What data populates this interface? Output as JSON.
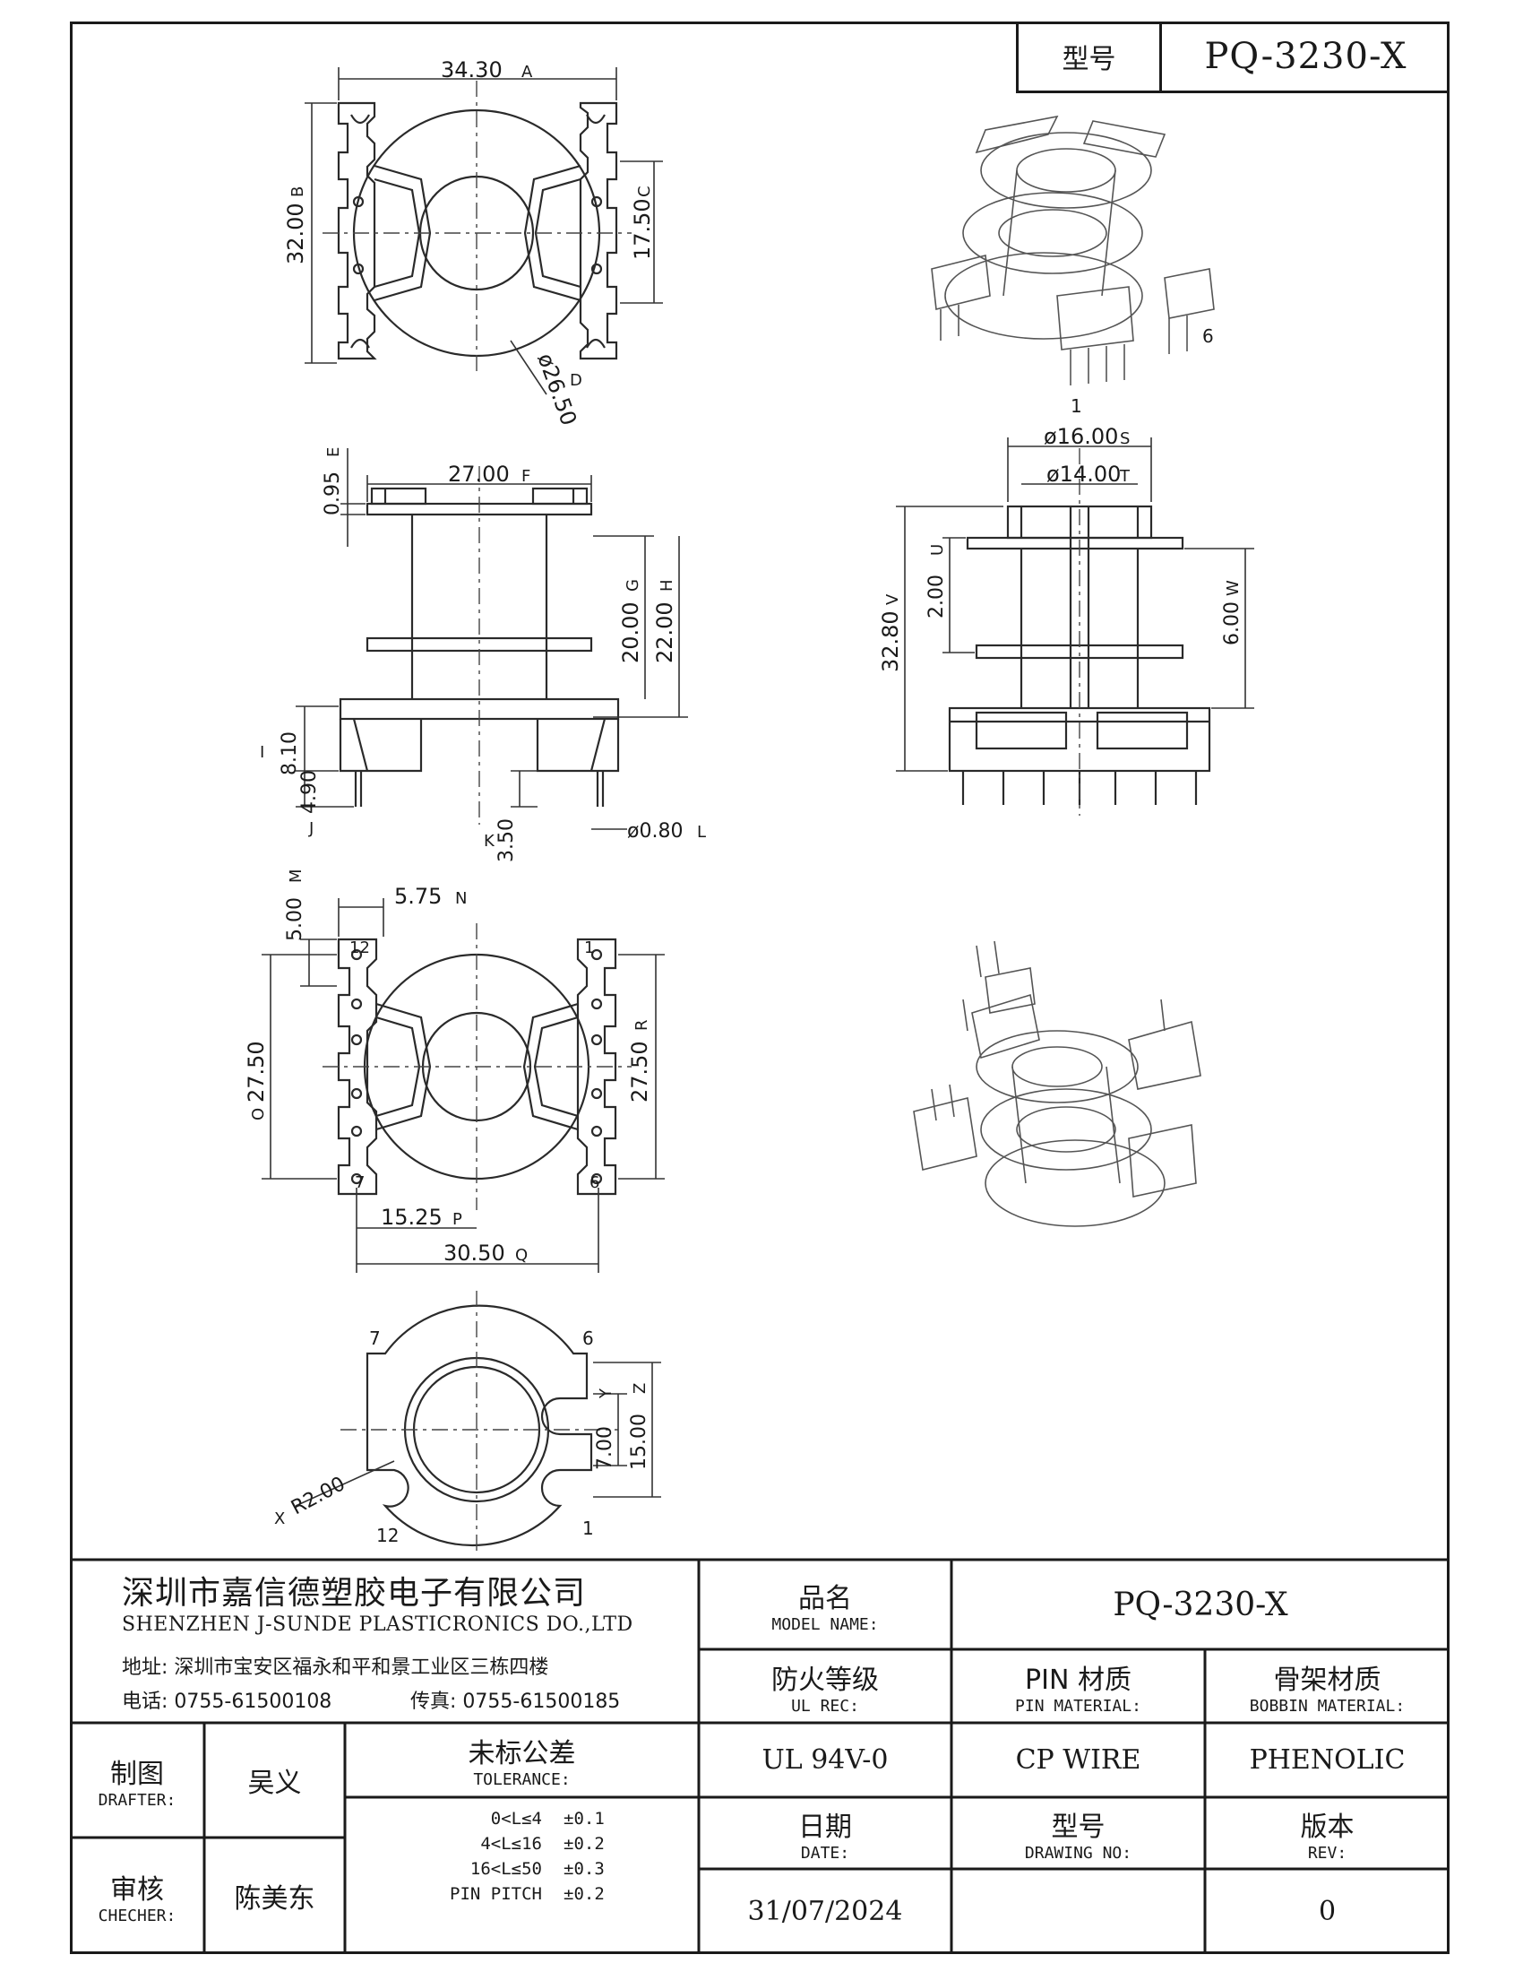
{
  "header": {
    "model_label": "型号",
    "model_value": "PQ-3230-X"
  },
  "dimensions": {
    "A": "34.30",
    "B": "32.00",
    "C": "17.50",
    "D": "ø26.50",
    "E": "0.95",
    "F": "27.00",
    "G": "20.00",
    "H": "22.00",
    "I": "8.10",
    "J": "4.90",
    "K": "3.50",
    "L": "ø0.80",
    "M": "5.00",
    "N": "5.75",
    "O": "27.50",
    "P": "15.25",
    "Q": "30.50",
    "R": "27.50",
    "S": "ø16.00",
    "T": "ø14.00",
    "U": "2.00",
    "V": "32.80",
    "W": "6.00",
    "X": "R2.00",
    "Y": "7.00",
    "Z": "15.00"
  },
  "dimension_markers": [
    "A",
    "B",
    "C",
    "D",
    "E",
    "F",
    "G",
    "H",
    "I",
    "J",
    "K",
    "L",
    "M",
    "N",
    "O",
    "P",
    "Q",
    "R",
    "S",
    "T",
    "U",
    "V",
    "W",
    "X",
    "Y",
    "Z"
  ],
  "pins": {
    "p1": "1",
    "p6": "6",
    "p7": "7",
    "p12": "12"
  },
  "company": {
    "name_cn": "深圳市嘉信德塑胶电子有限公司",
    "name_en": "SHENZHEN J-SUNDE PLASTICRONICS DO.,LTD",
    "address": "地址: 深圳市宝安区福永和平和景工业区三栋四楼",
    "phone": "电话: 0755-61500108",
    "fax": "传真: 0755-61500185"
  },
  "title_block": {
    "model_name_cn": "品名",
    "model_name_en": "MODEL NAME:",
    "model_name_value": "PQ-3230-X",
    "ul_cn": "防火等级",
    "ul_en": "UL REC:",
    "ul_value": "UL 94V-0",
    "pin_cn": "PIN 材质",
    "pin_en": "PIN MATERIAL:",
    "pin_value": "CP WIRE",
    "bobbin_cn": "骨架材质",
    "bobbin_en": "BOBBIN MATERIAL:",
    "bobbin_value": "PHENOLIC",
    "drafter_cn": "制图",
    "drafter_en": "DRAFTER:",
    "drafter_value": "吴义",
    "checker_cn": "审核",
    "checker_en": "CHECHER:",
    "checker_value": "陈美东",
    "tolerance_cn": "未标公差",
    "tolerance_en": "TOLERANCE:",
    "tolerances": [
      {
        "range": "0<L≤4",
        "value": "±0.1"
      },
      {
        "range": "4<L≤16",
        "value": "±0.2"
      },
      {
        "range": "16<L≤50",
        "value": "±0.3"
      },
      {
        "range": "PIN PITCH",
        "value": "±0.2"
      }
    ],
    "date_cn": "日期",
    "date_en": "DATE:",
    "date_value": "31/07/2024",
    "drawing_cn": "型号",
    "drawing_en": "DRAWING NO:",
    "drawing_value": "",
    "rev_cn": "版本",
    "rev_en": "REV:",
    "rev_value": "0"
  }
}
